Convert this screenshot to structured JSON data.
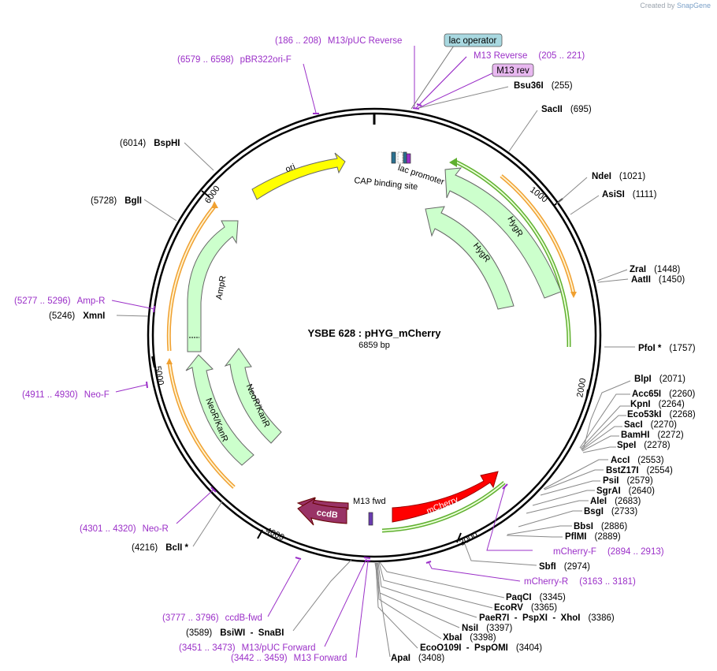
{
  "credit": {
    "prefix": "Created by",
    "brand": "SnapGene"
  },
  "title": "YSBE 628 : pHYG_mCherry",
  "size_label": "6859 bp",
  "ticks": [
    {
      "bp": 1000,
      "label": "1000"
    },
    {
      "bp": 2000,
      "label": "2000"
    },
    {
      "bp": 3000,
      "label": "3000"
    },
    {
      "bp": 4000,
      "label": "4000"
    },
    {
      "bp": 5000,
      "label": "5000"
    },
    {
      "bp": 6000,
      "label": "6000"
    }
  ],
  "sites": [
    {
      "name": "Bsu36I",
      "pos": "(255)"
    },
    {
      "name": "SacII",
      "pos": "(695)"
    },
    {
      "name": "NdeI",
      "pos": "(1021)"
    },
    {
      "name": "AsiSI",
      "pos": "(1111)"
    },
    {
      "name": "ZraI",
      "pos": "(1448)"
    },
    {
      "name": "AatII",
      "pos": "(1450)"
    },
    {
      "name": "PfoI *",
      "pos": "(1757)"
    },
    {
      "name": "BlpI",
      "pos": "(2071)"
    },
    {
      "name": "Acc65I",
      "pos": "(2260)"
    },
    {
      "name": "KpnI",
      "pos": "(2264)"
    },
    {
      "name": "Eco53kI",
      "pos": "(2268)"
    },
    {
      "name": "SacI",
      "pos": "(2270)"
    },
    {
      "name": "BamHI",
      "pos": "(2272)"
    },
    {
      "name": "SpeI",
      "pos": "(2278)"
    },
    {
      "name": "AccI",
      "pos": "(2553)"
    },
    {
      "name": "BstZ17I",
      "pos": "(2554)"
    },
    {
      "name": "PsiI",
      "pos": "(2579)"
    },
    {
      "name": "SgrAI",
      "pos": "(2640)"
    },
    {
      "name": "AleI",
      "pos": "(2683)"
    },
    {
      "name": "BsgI",
      "pos": "(2733)"
    },
    {
      "name": "BbsI",
      "pos": "(2886)"
    },
    {
      "name": "PflMI",
      "pos": "(2889)"
    },
    {
      "name": "SbfI",
      "pos": "(2974)"
    },
    {
      "name": "PaqCI",
      "pos": "(3345)"
    },
    {
      "name": "EcoRV",
      "pos": "(3365)"
    },
    {
      "name": "PaeR7I  -  PspXI  -  XhoI",
      "pos": "(3386)"
    },
    {
      "name": "NsiI",
      "pos": "(3397)"
    },
    {
      "name": "XbaI",
      "pos": "(3398)"
    },
    {
      "name": "EcoO109I  -  PspOMI",
      "pos": "(3404)"
    },
    {
      "name": "ApaI",
      "pos": "(3408)"
    },
    {
      "name": "BsiWI  -  SnaBI",
      "pos": "(3589)"
    },
    {
      "name": "BclI *",
      "pos": "(4216)"
    },
    {
      "name": "XmnI",
      "pos": "(5246)"
    },
    {
      "name": "BglI",
      "pos": "(5728)"
    },
    {
      "name": "BspHI",
      "pos": "(6014)"
    }
  ],
  "primers": [
    {
      "range": "(186 .. 208)",
      "name": "M13/pUC Reverse"
    },
    {
      "range": "(6579 .. 6598)",
      "name": "pBR322ori-F"
    },
    {
      "range": "(205 .. 221)",
      "name": "M13 Reverse"
    },
    {
      "range": "(5277 .. 5296)",
      "name": "Amp-R"
    },
    {
      "range": "(4911 .. 4930)",
      "name": "Neo-F"
    },
    {
      "range": "(4301 .. 4320)",
      "name": "Neo-R"
    },
    {
      "range": "(2894 .. 2913)",
      "name": "mCherry-F"
    },
    {
      "range": "(3163 .. 3181)",
      "name": "mCherry-R"
    },
    {
      "range": "(3777 .. 3796)",
      "name": "ccdB-fwd"
    },
    {
      "range": "(3451 .. 3473)",
      "name": "M13/pUC Forward"
    },
    {
      "range": "(3442 .. 3459)",
      "name": "M13 Forward"
    }
  ],
  "boxed": {
    "lac_operator": "lac operator",
    "m13_rev": "M13 rev"
  },
  "features": {
    "ori": "ori",
    "hygr_outer": "HygR",
    "hygr_inner": "HygR",
    "ampr": "AmpR",
    "neor_outer": "NeoR/KanR",
    "neor_inner": "NeoR/KanR",
    "mcherry": "mCherry",
    "ccdb": "ccdB",
    "lac_promoter": "lac promoter",
    "cap_site": "CAP binding site",
    "m13_fwd": "M13 fwd"
  },
  "colors": {
    "backbone": "#000000",
    "ori": "#ffff00",
    "marker": "#ccffcc",
    "mcherry": "#ff0000",
    "ccdb": "#993366",
    "primer": "#9b30c8",
    "orange_orf": "#f0a030",
    "green_orf": "#60b030",
    "lac_operator_box": "#a8d8e0",
    "m13rev_box": "#e8b8f0"
  }
}
